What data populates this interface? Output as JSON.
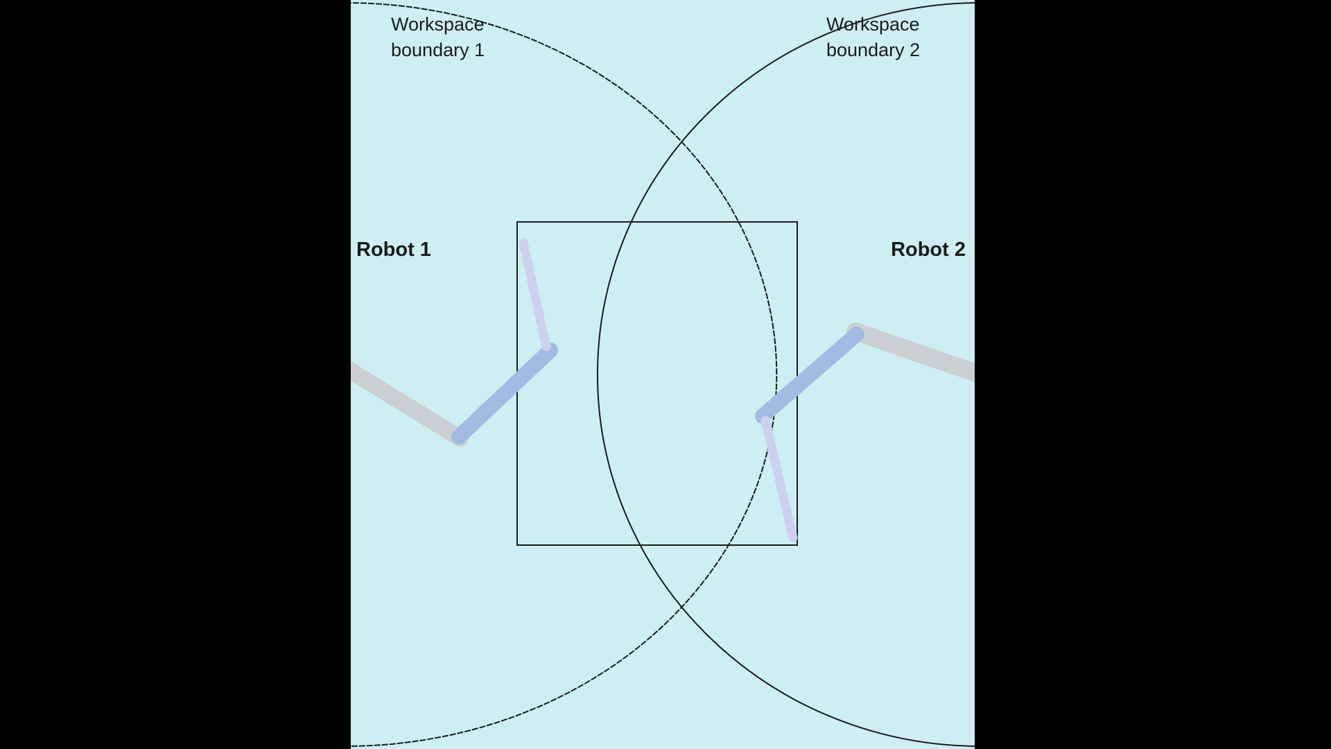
{
  "diagram": {
    "colors": {
      "canvas": "#cdeff3",
      "letterbox": "#000000",
      "boundary_line": "#1a1a1a",
      "shared_region": "#1a1a1a",
      "base_link": "#cbcfd2",
      "mid_link": "#a3bbe2",
      "end_link": "#cdd0ef"
    },
    "labels": {
      "workspace_boundary_1": [
        "Workspace",
        "boundary 1"
      ],
      "workspace_boundary_2": [
        "Workspace",
        "boundary 2"
      ],
      "robot_1": "Robot 1",
      "robot_2": "Robot 2"
    }
  }
}
